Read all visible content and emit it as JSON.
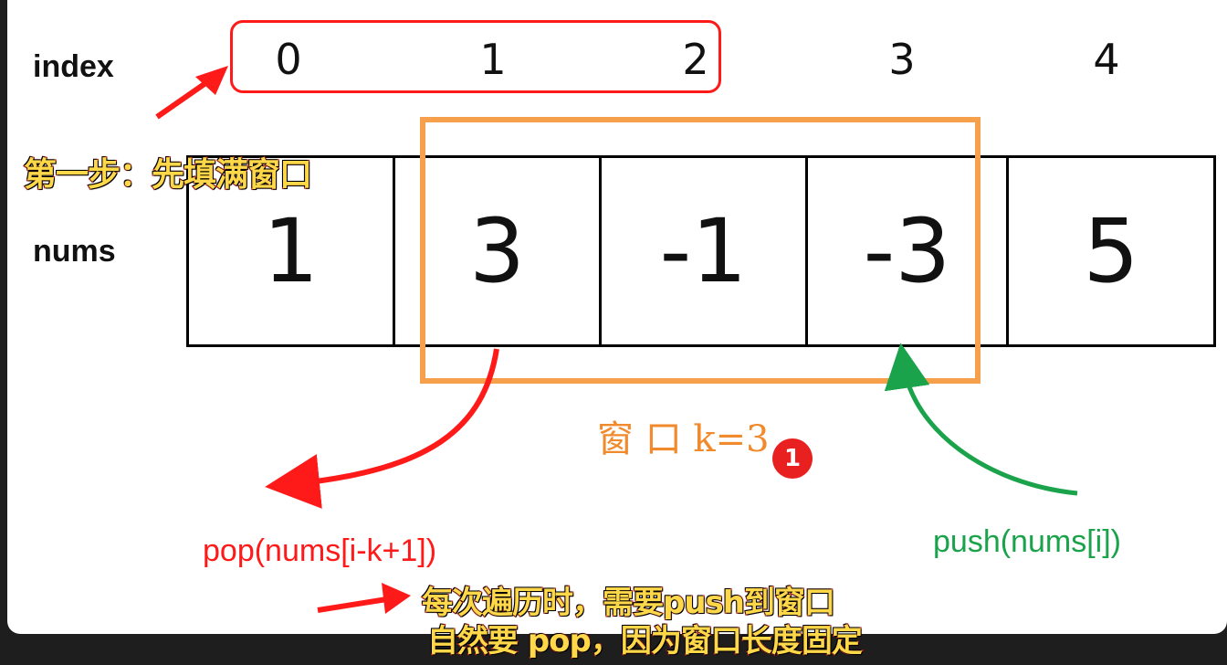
{
  "labels": {
    "index": "index",
    "nums": "nums"
  },
  "indices": [
    "0",
    "1",
    "2",
    "3",
    "4"
  ],
  "nums": [
    "1",
    "3",
    "-1",
    "-3",
    "5"
  ],
  "window_label": "窗 口 k=3",
  "pop_label": "pop(nums[i-k+1])",
  "push_label": "push(nums[i])",
  "step_callout": "第一步：先填满窗口",
  "bottom_callout": {
    "line1": "每次遍历时，需要push到窗口",
    "line2": "自然要 pop，因为窗口长度固定"
  },
  "badge": "1",
  "colors": {
    "window_box": "#f7a04b",
    "pop_arrow": "#ff1a1a",
    "push_arrow": "#1aa34a",
    "callout_text": "#ffd84a",
    "callout_outline": "#d21f1f"
  }
}
